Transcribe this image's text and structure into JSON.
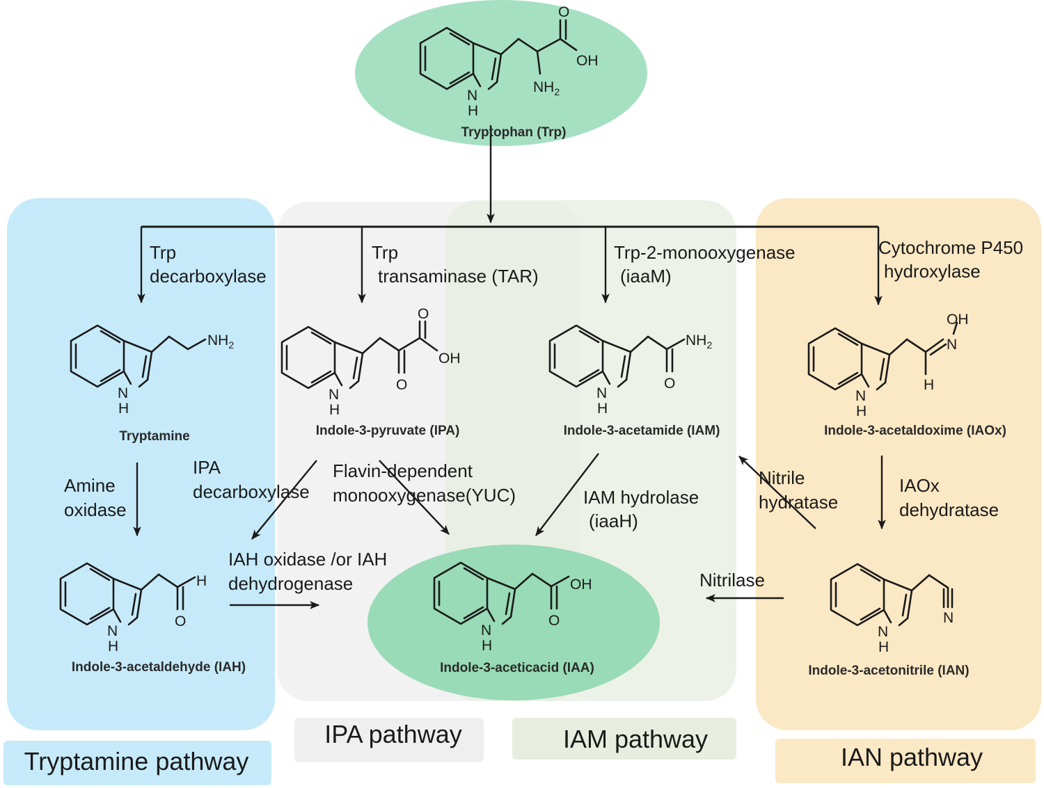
{
  "diagram": {
    "compounds": {
      "trp": {
        "name": "Tryptophan (Trp)",
        "atoms": {
          "o": "O",
          "oh": "OH",
          "nh2": "NH",
          "nh2_sub": "2",
          "nh": "N",
          "h": "H"
        }
      },
      "tryptamine": {
        "name": "Tryptamine",
        "atoms": {
          "nh2": "NH",
          "nh2_sub": "2",
          "nh": "N",
          "h": "H"
        }
      },
      "ipa": {
        "name": "Indole-3-pyruvate (IPA)",
        "atoms": {
          "o_top": "O",
          "oh": "OH",
          "o_bottom": "O",
          "nh": "N",
          "h": "H"
        }
      },
      "iam": {
        "name": "Indole-3-acetamide (IAM)",
        "atoms": {
          "nh2": "NH",
          "nh2_sub": "2",
          "o": "O",
          "nh": "N",
          "h": "H"
        }
      },
      "iaox": {
        "name": "Indole-3-acetaldoxime (IAOx)",
        "atoms": {
          "oh": "OH",
          "n": "N",
          "h_ald": "H",
          "nh": "N",
          "h": "H"
        }
      },
      "iah": {
        "name": "Indole-3-acetaldehyde (IAH)",
        "atoms": {
          "h_ald": "H",
          "o": "O",
          "nh": "N",
          "h": "H"
        }
      },
      "iaa": {
        "name": "Indole-3-aceticacid (IAA)",
        "atoms": {
          "oh": "OH",
          "o": "O",
          "nh": "N",
          "h": "H"
        }
      },
      "ian": {
        "name": "Indole-3-acetonitrile (IAN)",
        "atoms": {
          "n": "N",
          "nh": "N",
          "h": "H"
        }
      }
    },
    "enzymes": {
      "trp_decarboxylase": [
        "Trp",
        "decarboxylase"
      ],
      "trp_transaminase": [
        "Trp",
        "transaminase (TAR)"
      ],
      "trp_monooxygenase": [
        "Trp-2-monooxygenase",
        "(iaaM)"
      ],
      "cyp450": [
        "Cytochrome P450",
        "hydroxylase"
      ],
      "amine_oxidase": [
        "Amine",
        "oxidase"
      ],
      "ipa_decarboxylase": [
        "IPA",
        "decarboxylase"
      ],
      "yuc": [
        "Flavin-dependent",
        "monooxygenase(YUC)"
      ],
      "iam_hydrolase": [
        "IAM hydrolase",
        "(iaaH)"
      ],
      "nitrile_hydratase": [
        "Nitrile",
        "hydratase"
      ],
      "iaox_dehydratase": [
        "IAOx",
        "dehydratase"
      ],
      "iah_oxidase": [
        "IAH oxidase /or IAH",
        "dehydrogenase"
      ],
      "nitrilase": [
        "Nitrilase"
      ]
    },
    "pathways": {
      "tryptamine": "Tryptamine pathway",
      "ipa": "IPA pathway",
      "iam": "IAM pathway",
      "ian": "IAN pathway"
    },
    "colors": {
      "tryptamine_region": "#c6eaf9",
      "ipa_region": "#efefef",
      "iam_region": "#e7eee0",
      "ian_region": "#fbe8c4",
      "trp_ellipse": "#a6e0c3",
      "iaa_ellipse": "#8fd8b0",
      "tryptamine_label_bg": "#c6eaf9",
      "ipa_label_bg": "#efefef",
      "iam_label_bg": "#e7eee0",
      "ian_label_bg": "#fbe8c4"
    }
  }
}
